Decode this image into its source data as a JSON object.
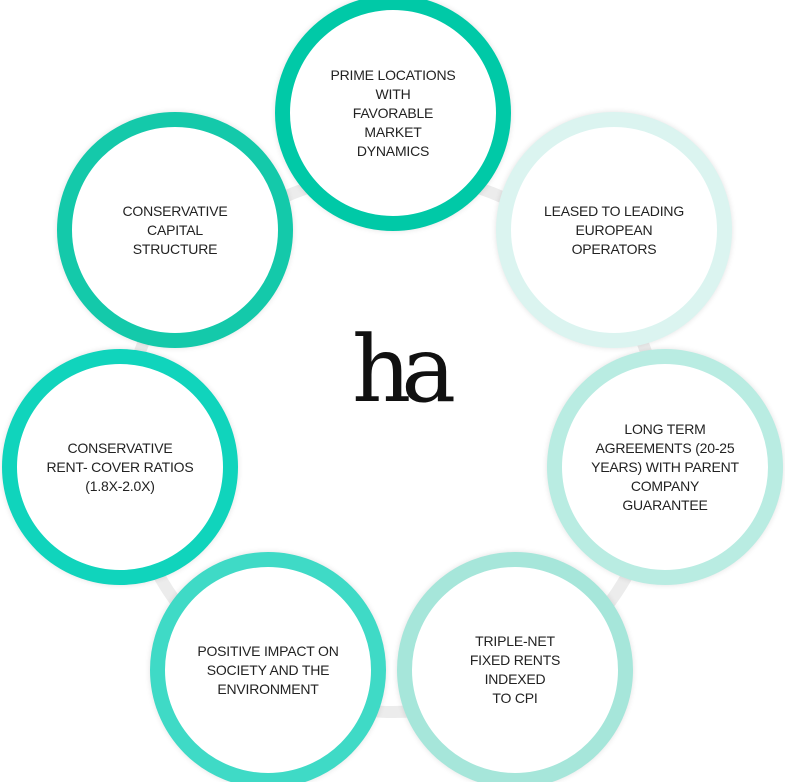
{
  "logo": {
    "text": "ha"
  },
  "nodes": [
    {
      "label": "PRIME LOCATIONS\nWITH\nFAVORABLE\nMARKET\nDYNAMICS",
      "color": "#00c9a7"
    },
    {
      "label": "LEASED TO LEADING\nEUROPEAN\nOPERATORS",
      "color": "#dbf4f0"
    },
    {
      "label": "LONG TERM\nAGREEMENTS (20-25\nYEARS) WITH PARENT\nCOMPANY GUARANTEE",
      "color": "#b9ece2"
    },
    {
      "label": "TRIPLE-NET\nFIXED RENTS\nINDEXED\nTO CPI",
      "color": "#a6e6da"
    },
    {
      "label": "POSITIVE IMPACT ON\nSOCIETY AND THE\nENVIRONMENT",
      "color": "#3fdac6"
    },
    {
      "label": "CONSERVATIVE\nRENT- COVER RATIOS\n(1.8X-2.0X)",
      "color": "#10d4bc"
    },
    {
      "label": "CONSERVATIVE\nCAPITAL\nSTRUCTURE",
      "color": "#14c9aa"
    }
  ]
}
